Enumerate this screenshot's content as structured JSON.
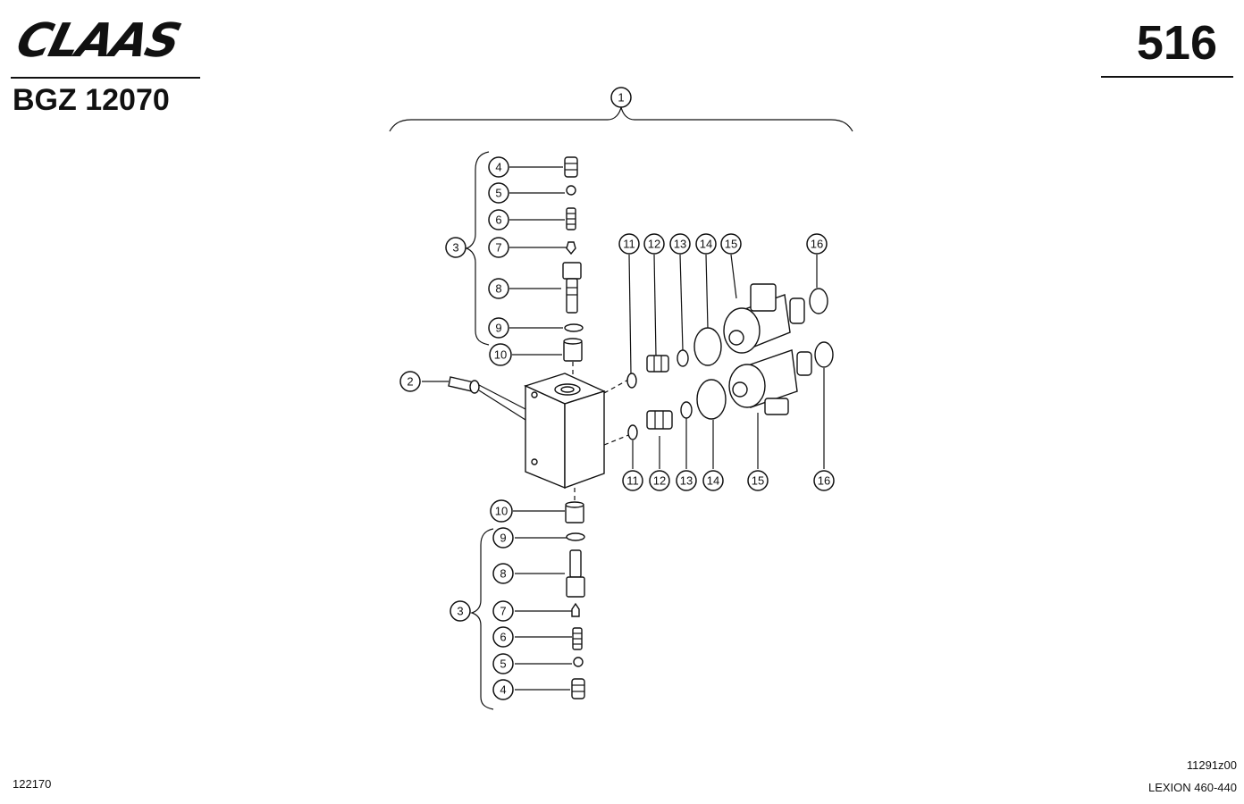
{
  "header": {
    "brand": "CLAAS",
    "page_number": "516",
    "doc_code": "BGZ 12070"
  },
  "footer": {
    "left_code": "122170",
    "drawing_number": "11291z00",
    "model": "LEXION 460-440"
  },
  "callouts": {
    "c1": "1",
    "c2": "2",
    "c3": "3",
    "c4": "4",
    "c5": "5",
    "c6": "6",
    "c7": "7",
    "c8": "8",
    "c9": "9",
    "c10": "10",
    "c11": "11",
    "c12": "12",
    "c13": "13",
    "c14": "14",
    "c15": "15",
    "c16": "16"
  }
}
